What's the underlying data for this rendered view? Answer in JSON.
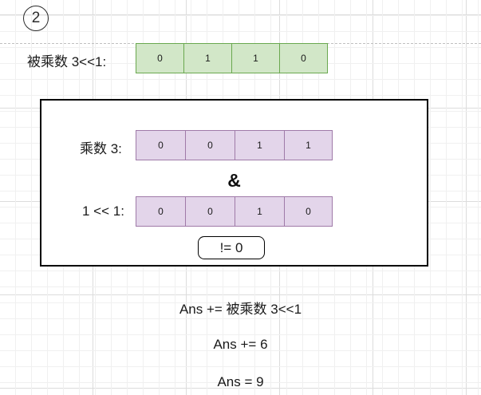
{
  "step": {
    "badge_label": "2"
  },
  "multiplicand": {
    "label": "被乘数 3<<1:",
    "bits": [
      "0",
      "1",
      "1",
      "0"
    ],
    "fill_color": "#d2e7c8",
    "border_color": "#6aa84f"
  },
  "operation_box": {
    "multiplier": {
      "label": "乘数 3:",
      "bits": [
        "0",
        "0",
        "1",
        "1"
      ],
      "fill_color": "#e3d5ea",
      "border_color": "#9f7aa8"
    },
    "operator": "&",
    "mask": {
      "label": "1 << 1:",
      "bits": [
        "0",
        "0",
        "1",
        "0"
      ],
      "fill_color": "#e3d5ea",
      "border_color": "#9f7aa8"
    },
    "condition": "!= 0"
  },
  "results": [
    "Ans += 被乘数 3<<1",
    "Ans += 6",
    "Ans = 9"
  ]
}
